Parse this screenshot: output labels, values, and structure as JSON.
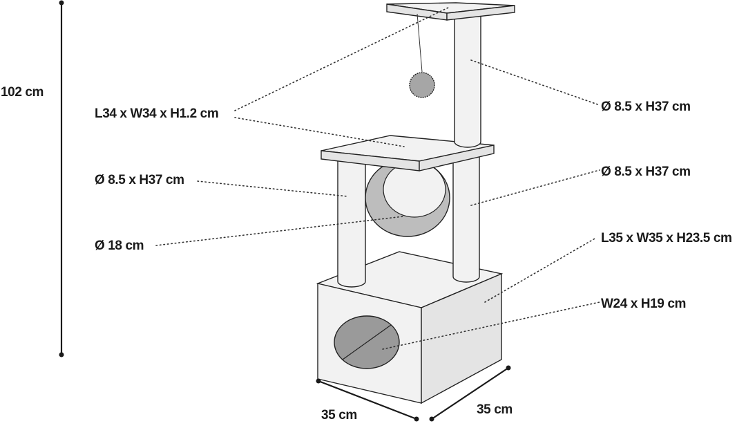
{
  "dimensions": {
    "total_height": "102 cm",
    "top_platform": "L34 x W34 x H1.2 cm",
    "post_top": "Ø 8.5 x H37 cm",
    "post_left": "Ø 8.5 x H37 cm",
    "post_right": "Ø 8.5 x H37 cm",
    "tunnel": "Ø 18 cm",
    "base_house": "L35 x W35 x H23.5 cm",
    "house_entry": "W24 x H19 cm",
    "base_width": "35 cm",
    "base_depth": "35 cm"
  },
  "colors": {
    "panel": "#f2f2f2",
    "panel_shade": "#e4e4e4",
    "ball": "#a6a6a6",
    "opening": "#9a9a9a",
    "tunnel": "#bdbdbd",
    "outline": "#222222"
  }
}
